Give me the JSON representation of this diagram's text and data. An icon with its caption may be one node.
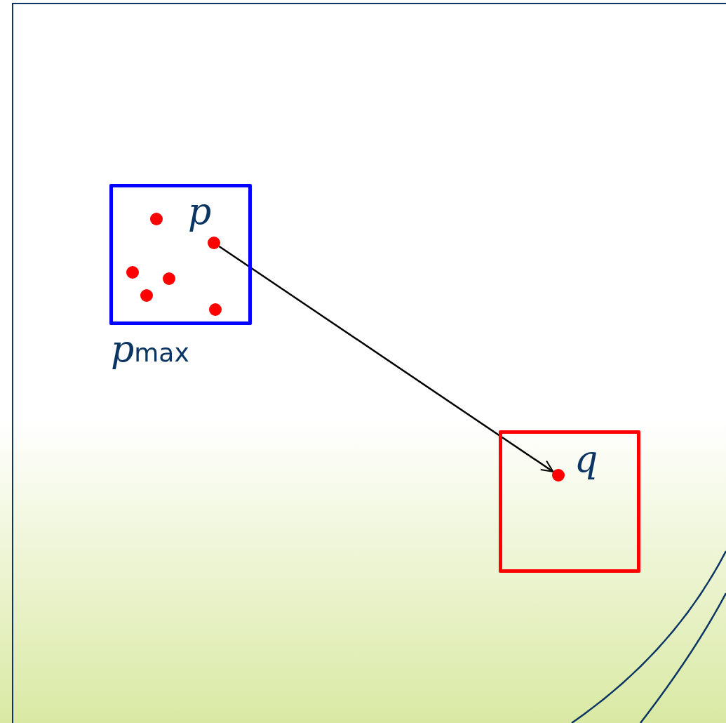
{
  "diagram": {
    "nodes": [
      {
        "text": [
          "*p*$_{max}$"
        ]
      },
      {
        "text": [],
        "shape": "circle",
        "in": 0
      },
      {
        "text": [],
        "shape": "circle",
        "in": 0,
        "beside": [
          "p"
        ]
      },
      {
        "text": [],
        "shape": "circle",
        "in": 0
      },
      {
        "text": [],
        "shape": "circle",
        "in": 0
      },
      {
        "text": [],
        "shape": "circle",
        "in": 0
      },
      {
        "text": [],
        "shape": "circle",
        "in": 0
      },
      {
        "text": [],
        "shape": "box"
      },
      {
        "text": [],
        "shape": "circle",
        "in": 7,
        "beside": [
          "q"
        ]
      }
    ],
    "edges": [
      {
        "from": 2,
        "to": 8,
        "arrow": "to"
      }
    ]
  }
}
